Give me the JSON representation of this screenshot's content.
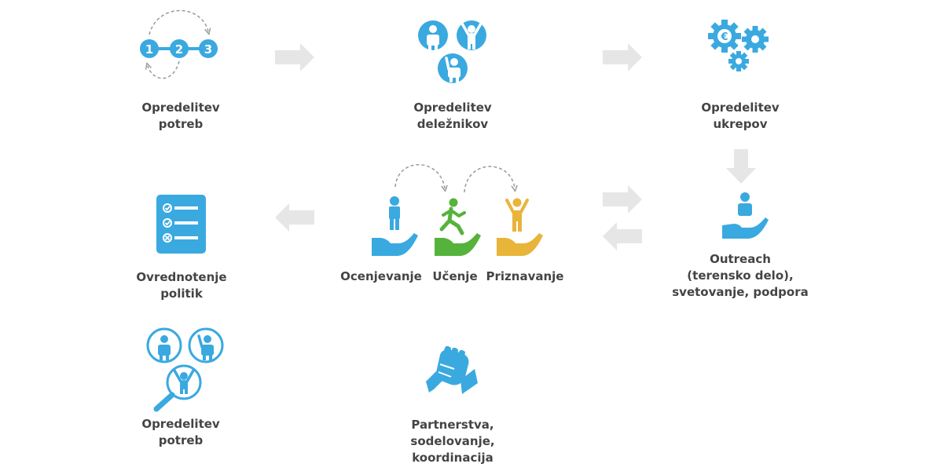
{
  "colors": {
    "blue": "#3aa9e0",
    "green": "#55b33c",
    "yellow": "#e9b43a",
    "arrow_gray": "#e6e6e6",
    "dash_gray": "#9a9a9a",
    "text": "#444444",
    "white": "#ffffff"
  },
  "steps": {
    "needs": {
      "icon": "sequence-123-icon",
      "numbers": [
        "1",
        "2",
        "3"
      ],
      "lines": [
        "Opredelitev",
        "potreb"
      ]
    },
    "stakeholders": {
      "icon": "stakeholders-icon",
      "lines": [
        "Opredelitev",
        "deležnikov"
      ]
    },
    "measures": {
      "icon": "gears-euro-icon",
      "euro": "€",
      "lines": [
        "Opredelitev",
        "ukrepov"
      ]
    },
    "outreach": {
      "icon": "hand-person-icon",
      "lines": [
        "Outreach",
        "(terensko delo),",
        "svetovanje, podpora"
      ]
    },
    "evaluation": {
      "icon": "hand-person-icon",
      "lines": [
        "Ocenjevanje"
      ]
    },
    "learning": {
      "icon": "hand-runner-icon",
      "lines": [
        "Učenje"
      ]
    },
    "recognition": {
      "icon": "hand-cheering-icon",
      "lines": [
        "Priznavanje"
      ]
    },
    "policy": {
      "icon": "checklist-icon",
      "lines": [
        "Ovrednotenje",
        "politik"
      ]
    },
    "needs_search": {
      "icon": "people-search-icon",
      "lines": [
        "Opredelitev",
        "potreb"
      ]
    },
    "partnerships": {
      "icon": "handshake-icon",
      "lines": [
        "Partnerstva,",
        "sodelovanje,",
        "koordinacija"
      ]
    }
  }
}
